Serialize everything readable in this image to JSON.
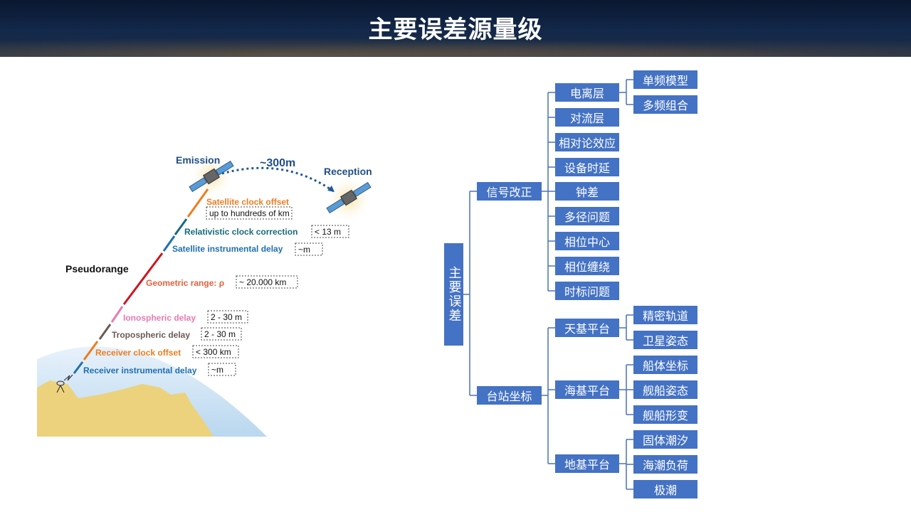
{
  "header": {
    "title": "主要误差源量级"
  },
  "diagram": {
    "emission": "Emission",
    "reception": "Reception",
    "distance": "~300m",
    "pseudorange": "Pseudorange",
    "errors": [
      {
        "label": "Satellite clock offset",
        "value": "up to hundreds of km",
        "color": "#f07c1e"
      },
      {
        "label": "Relativistic clock correction",
        "value": "< 13 m",
        "color": "#166b7a"
      },
      {
        "label": "Satellite instrumental delay",
        "value": "~m",
        "color": "#1f6fb2"
      },
      {
        "label": "Geometric range: ρ",
        "value": "~ 20.000 km",
        "color": "#e5603c"
      },
      {
        "label": "Ionospheric delay",
        "value": "2 - 30 m",
        "color": "#e97aad"
      },
      {
        "label": "Tropospheric delay",
        "value": "2 - 30 m",
        "color": "#6b5b55"
      },
      {
        "label": "Receiver clock offset",
        "value": "< 300 km",
        "color": "#f07c1e"
      },
      {
        "label": "Receiver instrumental delay",
        "value": "~m",
        "color": "#1f6fb2"
      }
    ]
  },
  "tree": {
    "root": "主要误差",
    "signal": {
      "label": "信号改正",
      "children": [
        "电离层",
        "对流层",
        "相对论效应",
        "设备时延",
        "钟差",
        "多径问题",
        "相位中心",
        "相位缠绕",
        "时标问题"
      ],
      "ionosphere_children": [
        "单频模型",
        "多频组合"
      ]
    },
    "station": {
      "label": "台站坐标",
      "children": [
        "天基平台",
        "海基平台",
        "地基平台"
      ],
      "space_children": [
        "精密轨道",
        "卫星姿态"
      ],
      "sea_children": [
        "船体坐标",
        "舰船姿态",
        "舰船形变"
      ],
      "ground_children": [
        "固体潮汐",
        "海潮负荷",
        "极潮"
      ]
    }
  }
}
